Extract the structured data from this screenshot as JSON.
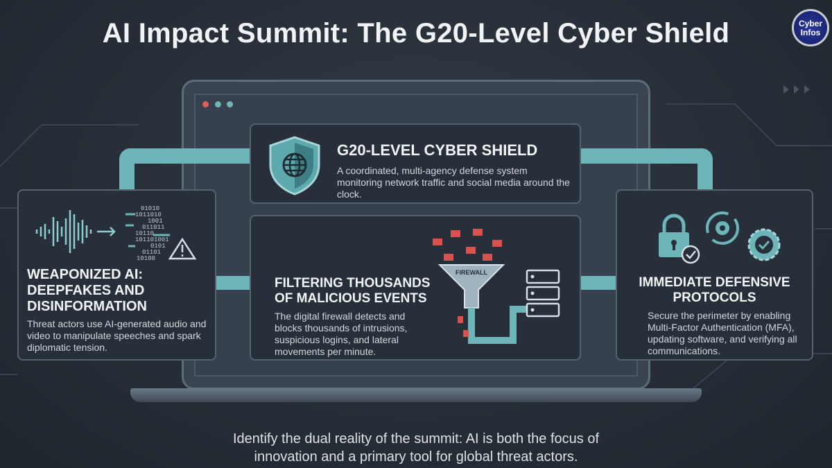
{
  "title": "AI Impact Summit: The G20-Level Cyber Shield",
  "logo": {
    "line1": "Cyber",
    "line2": "Infos"
  },
  "colors": {
    "accent": "#6eb5ba",
    "background": "#262d36",
    "alert_red": "#e0524f"
  },
  "window_dots": [
    "#e0605c",
    "#6eb5ba",
    "#6eb5ba"
  ],
  "cards": {
    "shield": {
      "icon": "shield-globe-icon",
      "heading": "G20-Level Cyber Shield",
      "body": "A coordinated, multi-agency defense system monitoring network traffic and social media around the clock."
    },
    "weaponized": {
      "icon": "audio-wave-binary-warning-icon",
      "heading": "Weaponized AI: Deepfakes and Disinformation",
      "body": "Threat actors use AI-generated audio and video to manipulate speeches and spark diplomatic tension.",
      "binary": [
        "01010",
        "1011010",
        "1001",
        "011011",
        "10110",
        "101101001",
        "0101",
        "01101",
        "10100"
      ]
    },
    "filtering": {
      "icon": "firewall-funnel-icon",
      "heading": "Filtering Thousands of Malicious Events",
      "body": "The digital firewall detects and blocks thousands of intrusions, suspicious logins, and lateral movements per minute.",
      "funnel_label": "FIREWALL"
    },
    "defensive": {
      "icon": "lock-gear-badge-icon",
      "heading": "Immediate Defensive Protocols",
      "body": "Secure the perimeter by enabling Multi-Factor Authentication (MFA), updating software, and verifying all communications."
    }
  },
  "footer": "Identify the dual reality of the summit: AI is both the focus of innovation and a primary tool for global threat actors."
}
